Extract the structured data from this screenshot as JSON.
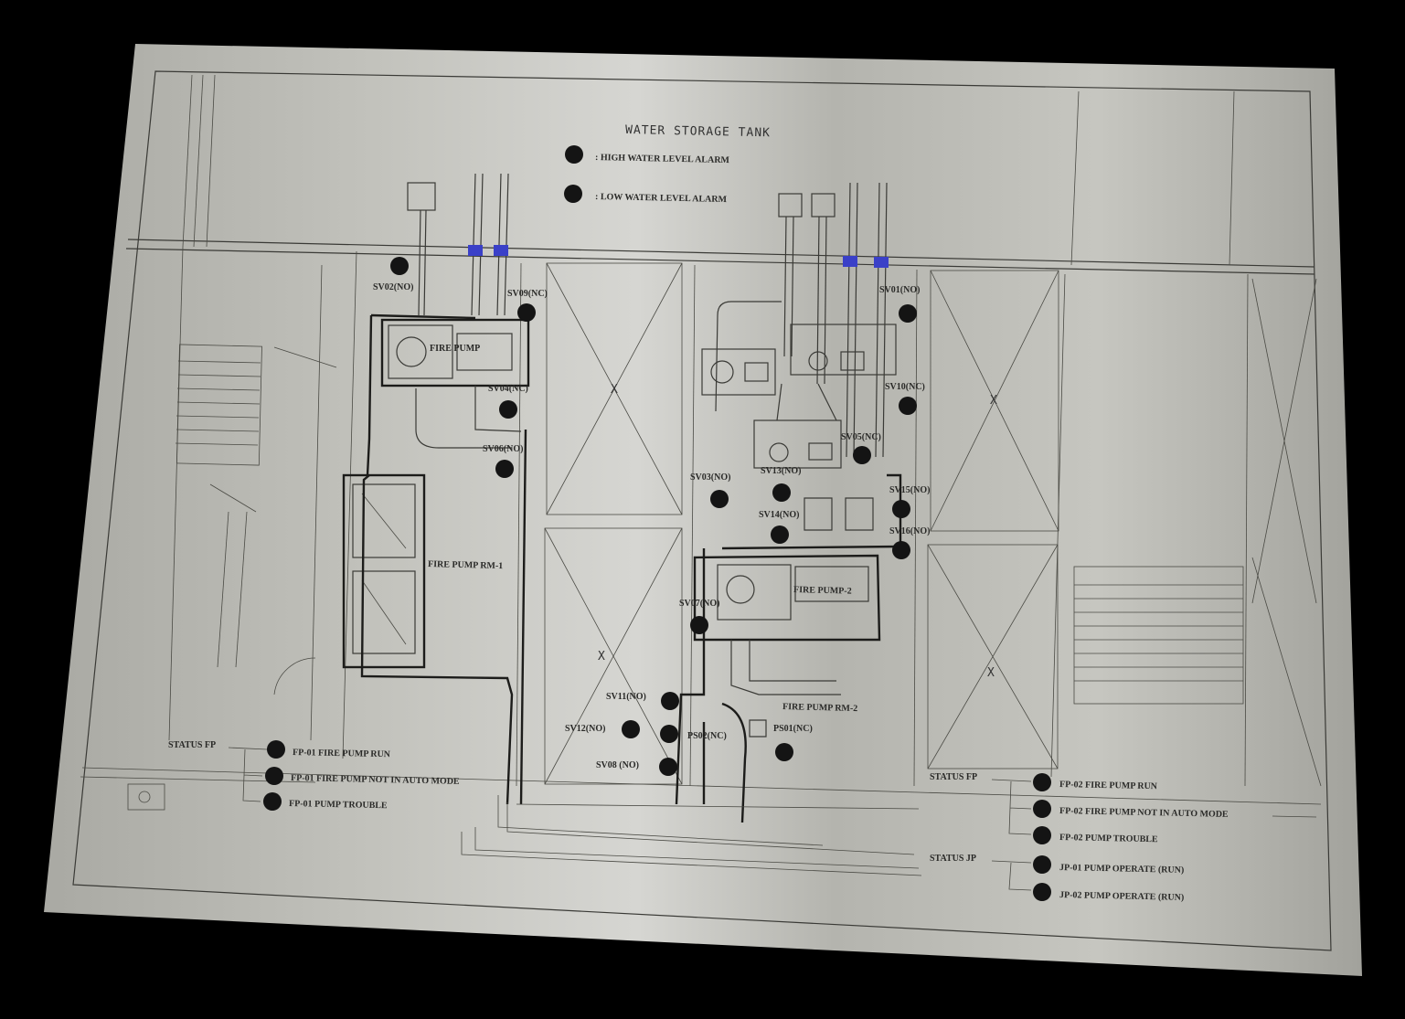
{
  "title": "WATER STORAGE TANK",
  "alarms": [
    {
      "id": "high",
      "label": ": HIGH WATER LEVEL ALARM"
    },
    {
      "id": "low",
      "label": ": LOW WATER LEVEL ALARM"
    }
  ],
  "rooms": {
    "rm1": "FIRE PUMP RM-1",
    "rm2": "FIRE PUMP RM-2",
    "pump1": "FIRE PUMP",
    "pump2": "FIRE PUMP-2"
  },
  "valves": {
    "sv01": "SV01(NO)",
    "sv02": "SV02(NO)",
    "sv03": "SV03(NO)",
    "sv04": "SV04(NC)",
    "sv05": "SV05(NC)",
    "sv06": "SV06(NO)",
    "sv07": "SV07(NO)",
    "sv08": "SV08 (NO)",
    "sv09": "SV09(NC)",
    "sv10": "SV10(NC)",
    "sv11": "SV11(NO)",
    "sv12": "SV12(NO)",
    "sv13": "SV13(NO)",
    "sv14": "SV14(NO)",
    "sv15": "SV15(NO)",
    "sv16": "SV16(NO)",
    "ps01": "PS01(NC)",
    "ps02": "PS02(NC)"
  },
  "status_left": {
    "heading": "STATUS FP",
    "items": [
      "FP-01  FIRE PUMP RUN",
      "FP-01  FIRE PUMP NOT IN AUTO MODE",
      "FP-01  PUMP TROUBLE"
    ]
  },
  "status_right_fp": {
    "heading": "STATUS FP",
    "items": [
      "FP-02  FIRE PUMP RUN",
      "FP-02  FIRE PUMP NOT IN AUTO MODE",
      "FP-02  PUMP TROUBLE"
    ]
  },
  "status_right_jp": {
    "heading": "STATUS JP",
    "items": [
      "JP-01  PUMP OPERATE (RUN)",
      "JP-02  PUMP OPERATE (RUN)"
    ]
  },
  "marks": {
    "x": "X"
  },
  "colors": {
    "background": "#000000",
    "plate": "#b8b8b2",
    "line": "#3a3a36",
    "led": "#141414",
    "valve_accent": "#3a40c8"
  }
}
